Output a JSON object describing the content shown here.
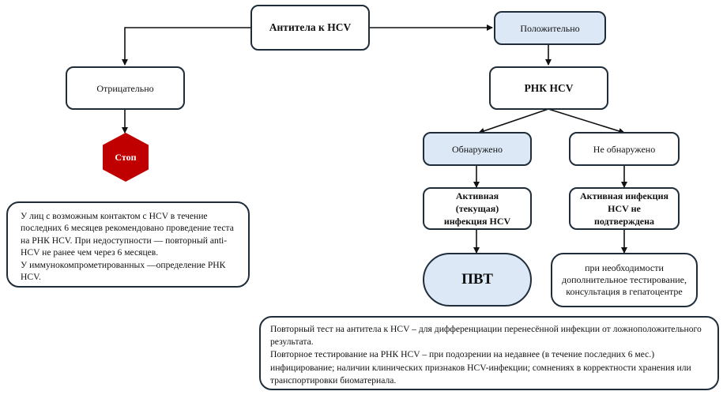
{
  "colors": {
    "border": "#1f2d3a",
    "highlight_fill": "#dce8f6",
    "stop_fill": "#c00000",
    "edge": "#111111"
  },
  "nodes": {
    "antibodies": "Антитела к HCV",
    "positive": "Положительно",
    "negative": "Отрицательно",
    "stop": "Стоп",
    "rna": "РНК HCV",
    "detected": "Обнаружено",
    "not_detected": "Не обнаружено",
    "active_infection": "Активная (текущая) инфекция HCV",
    "not_confirmed": "Активная инфекция HCV не подтверждена",
    "pvt": "ПВТ",
    "additional_testing": "при необходимости дополнительное тестирование, консультация в гепатоцентре"
  },
  "notes": {
    "left": [
      "У лиц с возможным контактом с HCV в течение последних 6 месяцев рекомендовано проведение теста на РНК HCV. При недоступности — повторный anti-HCV не ранее чем через 6 месяцев.",
      "У иммунокомпрометированных —определение РНК HCV."
    ],
    "bottom": [
      "Повторный тест на антитела к HCV – для дифференциации перенесённой инфекции от ложноположительного результата.",
      "Повторное тестирование на РНК HCV – при подозрении на недавнее (в течение последних 6 мес.) инфицирование; наличии клинических признаков HCV-инфекции; сомнениях в корректности хранения или транспортировки биоматериала."
    ]
  },
  "edges": [
    {
      "from": "antibodies",
      "to": "negative"
    },
    {
      "from": "antibodies",
      "to": "positive"
    },
    {
      "from": "negative",
      "to": "stop"
    },
    {
      "from": "positive",
      "to": "rna"
    },
    {
      "from": "rna",
      "to": "detected"
    },
    {
      "from": "rna",
      "to": "not_detected"
    },
    {
      "from": "detected",
      "to": "active_infection"
    },
    {
      "from": "not_detected",
      "to": "not_confirmed"
    },
    {
      "from": "active_infection",
      "to": "pvt"
    },
    {
      "from": "not_confirmed",
      "to": "additional_testing"
    }
  ]
}
